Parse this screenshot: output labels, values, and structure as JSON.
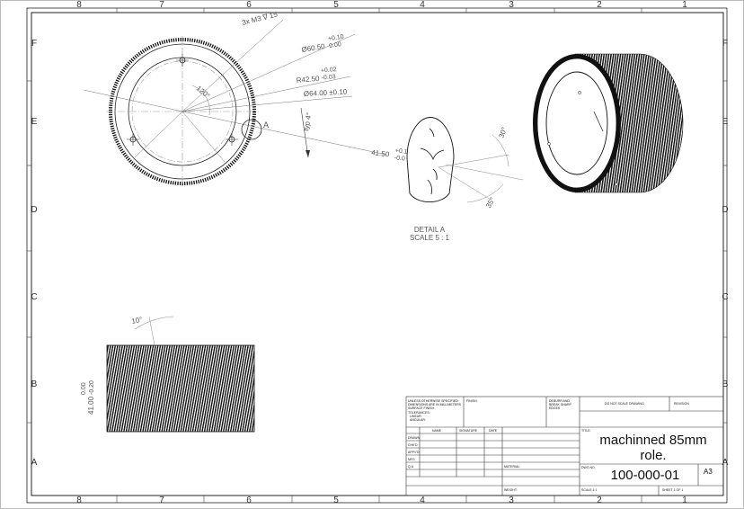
{
  "zones": {
    "columns": [
      "8",
      "7",
      "6",
      "5",
      "4",
      "3",
      "2",
      "1"
    ],
    "rows": [
      "F",
      "E",
      "D",
      "C",
      "B",
      "A"
    ]
  },
  "annotations": {
    "threads": "3x M3 ∇ 15",
    "d1_base": "Ø60.50",
    "d1_tol_upper": "+0.10",
    "d1_tol_lower": "0.00",
    "r1_base": "R42.50",
    "r1_tol_upper": "+0.02",
    "r1_tol_lower": "-0.03",
    "d2": "Ø64.00 ±0.10",
    "angle_120": "120°",
    "typ": "typ 4°",
    "detail_ref": "A",
    "dim_41_base": "41.50",
    "dim_41_upper": "+0.1",
    "dim_41_lower": "-0.0",
    "angle_30": "30°",
    "angle_35": "35°",
    "detail_title": "DETAIL A",
    "detail_scale": "SCALE 5 : 1",
    "angle_10": "10°",
    "len_base": "41.00",
    "len_upper": "0.00",
    "len_lower": "-0.20"
  },
  "title_block": {
    "unless": "UNLESS OTHERWISE SPECIFIED:",
    "dims_mm": "DIMENSIONS ARE IN MILLIMETERS",
    "surface": "SURFACE FINISH:",
    "tolerances": "TOLERANCES:",
    "linear": "LINEAR:",
    "angular": "ANGULAR:",
    "finish": "FINISH:",
    "deburr": "DEBURR AND",
    "break": "BREAK SHARP",
    "edges": "EDGES",
    "do_not_scale": "DO NOT SCALE DRAWING",
    "revision": "REVISION",
    "col_name": "NAME",
    "col_signature": "SIGNATURE",
    "col_date": "DATE",
    "drawn": "DRAWN",
    "chkd": "CHK'D",
    "apprd": "APPV'D",
    "mfg": "MFG",
    "qa": "Q.A",
    "material": "MATERIAL:",
    "weight": "WEIGHT:",
    "title_label": "TITLE:",
    "title": "machinned 85mm role.",
    "dwg_label": "DWG NO.",
    "dwg_no": "100-000-01",
    "size": "A3",
    "scale": "SCALE:1:1",
    "sheet": "SHEET 1 OF 1"
  }
}
